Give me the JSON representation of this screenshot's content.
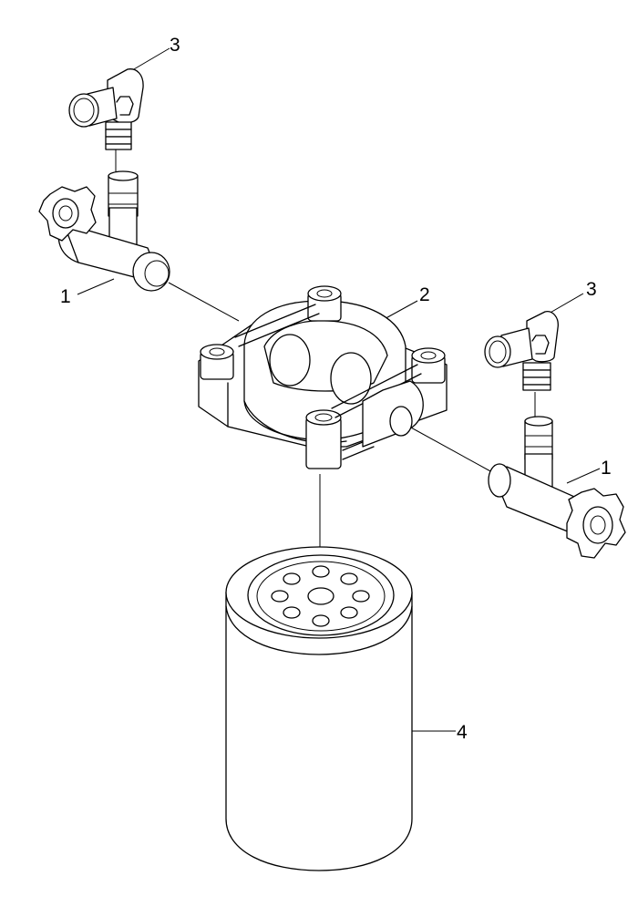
{
  "callouts": [
    {
      "id": "callout-1-left",
      "text": "1"
    },
    {
      "id": "callout-2",
      "text": "2"
    },
    {
      "id": "callout-3-left",
      "text": "3"
    },
    {
      "id": "callout-3-right",
      "text": "3"
    },
    {
      "id": "callout-1-right",
      "text": "1"
    },
    {
      "id": "callout-4",
      "text": "4"
    }
  ]
}
